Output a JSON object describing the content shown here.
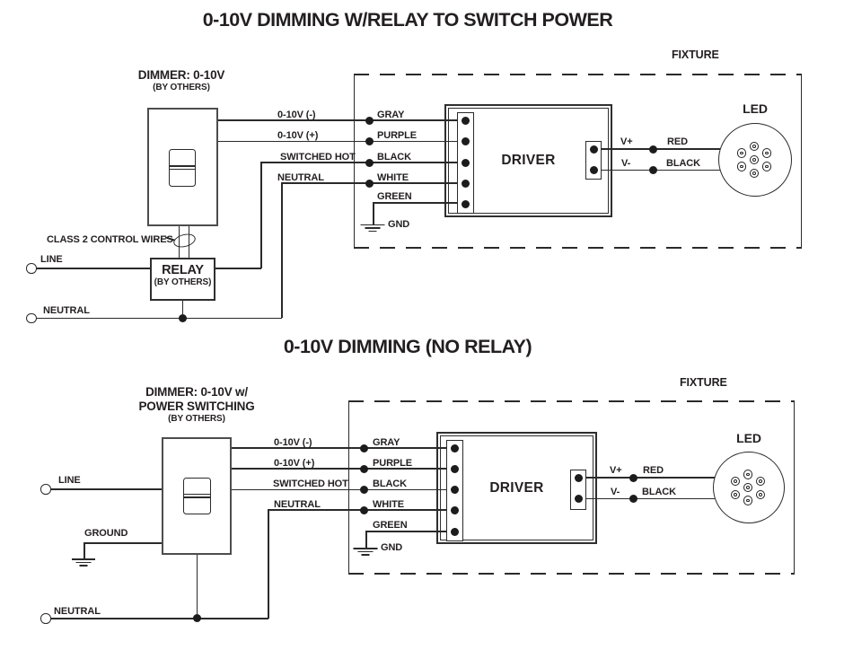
{
  "top": {
    "title": "0-10V DIMMING W/RELAY TO SWITCH POWER",
    "dimmer_name": "DIMMER: 0-10V",
    "dimmer_sub": "(BY OTHERS)",
    "rows": [
      {
        "left": "0-10V (-)",
        "right": "GRAY"
      },
      {
        "left": "0-10V (+)",
        "right": "PURPLE"
      },
      {
        "left": "SWITCHED HOT",
        "right": "BLACK"
      },
      {
        "left": "NEUTRAL",
        "right": "WHITE"
      },
      {
        "left": "",
        "right": "GREEN"
      }
    ],
    "class2_label": "CLASS 2 CONTROL WIRES",
    "line_label": "LINE",
    "neutral_label": "NEUTRAL",
    "relay_name": "RELAY",
    "relay_sub": "(BY OTHERS)",
    "gnd_label": "GND",
    "fixture_label": "FIXTURE",
    "driver_label": "DRIVER",
    "led_label": "LED",
    "vplus": "V+",
    "vminus": "V-",
    "red_label": "RED",
    "black_label": "BLACK"
  },
  "bottom": {
    "title": "0-10V DIMMING (NO RELAY)",
    "dimmer_name": "DIMMER: 0-10V w/",
    "dimmer_name2": "POWER SWITCHING",
    "dimmer_sub": "(BY OTHERS)",
    "rows": [
      {
        "left": "0-10V (-)",
        "right": "GRAY"
      },
      {
        "left": "0-10V (+)",
        "right": "PURPLE"
      },
      {
        "left": "SWITCHED HOT",
        "right": "BLACK"
      },
      {
        "left": "NEUTRAL",
        "right": "WHITE"
      },
      {
        "left": "",
        "right": "GREEN"
      }
    ],
    "line_label": "LINE",
    "ground_label": "GROUND",
    "neutral_label": "NEUTRAL",
    "gnd_label": "GND",
    "fixture_label": "FIXTURE",
    "driver_label": "DRIVER",
    "led_label": "LED",
    "vplus": "V+",
    "vminus": "V-",
    "red_label": "RED",
    "black_label": "BLACK"
  },
  "colors": {
    "ink": "#231f20",
    "background": "#ffffff"
  }
}
